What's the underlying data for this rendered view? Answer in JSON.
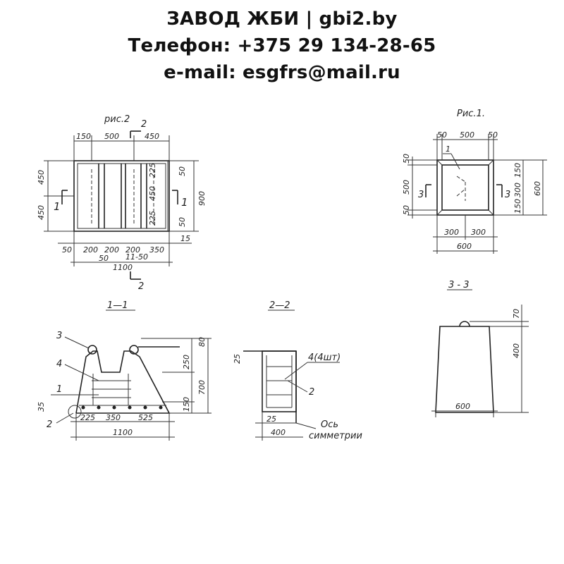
{
  "header": {
    "line1": "ЗАВОД ЖБИ | gbi2.by",
    "line2": "Телефон: +375 29 134-28-65",
    "line3": "e-mail: esgfrs@mail.ru"
  },
  "drawing": {
    "fig2": {
      "title": "рис.2",
      "top_dims": [
        "150",
        "500",
        "450"
      ],
      "bottom_dims": [
        "50",
        "200",
        "200",
        "200",
        "350"
      ],
      "bottom_small": "50",
      "bottom_small2": "11-50",
      "total": "1100",
      "left_dims": [
        "450",
        "450"
      ],
      "right_dims": [
        "50",
        "225",
        "450",
        "225",
        "50"
      ],
      "right_total": "900",
      "right_small": "15",
      "section_top": "2",
      "section_bottom": "2",
      "cut_left": "1",
      "cut_right": "1"
    },
    "fig1": {
      "title": "Рис.1.",
      "top_dims": [
        "50",
        "500",
        "50"
      ],
      "bottom_dims": [
        "300",
        "300"
      ],
      "total": "600",
      "left_dims": [
        "50",
        "500",
        "50"
      ],
      "right_dims": [
        "150",
        "300",
        "150"
      ],
      "right_total": "600",
      "leader": "1",
      "cut_left": "3",
      "cut_right": "3"
    },
    "sec11": {
      "title": "1—1",
      "labels": [
        "3",
        "4",
        "1",
        "2"
      ],
      "bottom_dims": [
        "225",
        "350",
        "525"
      ],
      "total": "1100",
      "right_dims": [
        "80",
        "250",
        "700",
        "150"
      ],
      "left_small": "35"
    },
    "sec22": {
      "title": "2—2",
      "label4": "4(4шт)",
      "label2": "2",
      "left_small": "25",
      "bottom_small": "25",
      "total": "400",
      "axis1": "Ось",
      "axis2": "симметрии"
    },
    "sec33": {
      "title": "3 - 3",
      "right_dims": [
        "70",
        "400"
      ],
      "total": "600"
    }
  }
}
